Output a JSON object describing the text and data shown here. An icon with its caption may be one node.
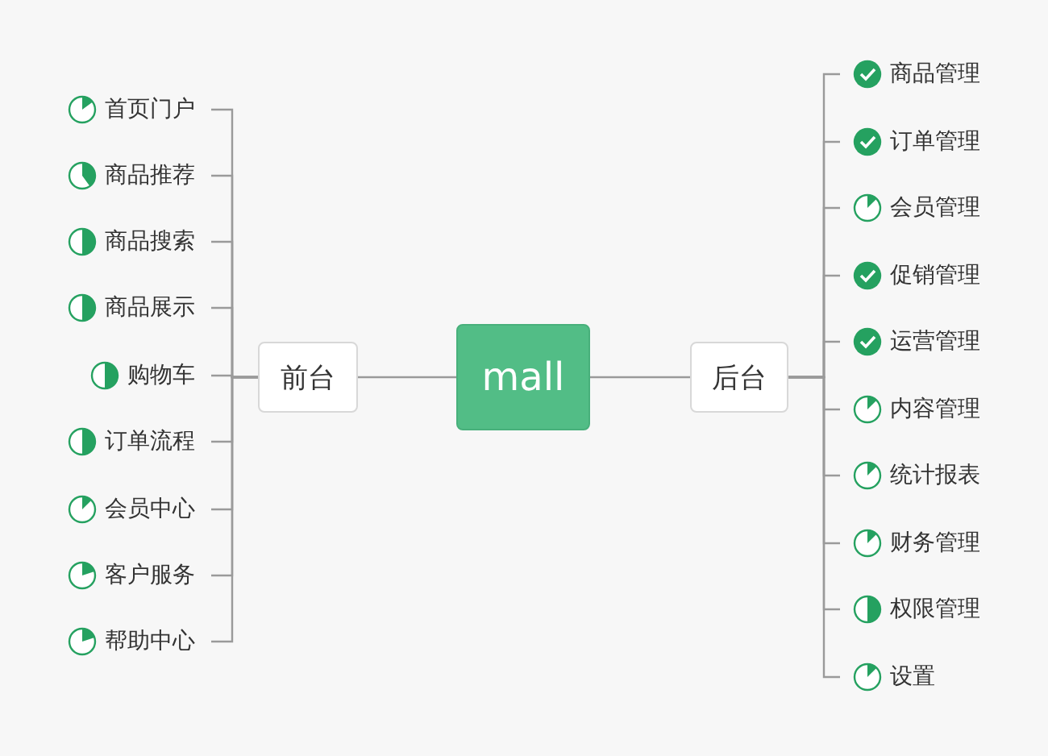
{
  "diagram": {
    "nodes": [
      {
        "text": [
          "mall"
        ]
      },
      {
        "text": [
          "前台"
        ]
      },
      {
        "text": [
          "后台"
        ]
      },
      {
        "text": [
          "首页门户"
        ]
      },
      {
        "text": [
          "商品推荐"
        ]
      },
      {
        "text": [
          "商品搜索"
        ]
      },
      {
        "text": [
          "商品展示"
        ]
      },
      {
        "text": [
          "购物车"
        ]
      },
      {
        "text": [
          "订单流程"
        ]
      },
      {
        "text": [
          "会员中心"
        ]
      },
      {
        "text": [
          "客户服务"
        ]
      },
      {
        "text": [
          "帮助中心"
        ]
      },
      {
        "text": [
          "商品管理"
        ]
      },
      {
        "text": [
          "订单管理"
        ]
      },
      {
        "text": [
          "会员管理"
        ]
      },
      {
        "text": [
          "促销管理"
        ]
      },
      {
        "text": [
          "运营管理"
        ]
      },
      {
        "text": [
          "内容管理"
        ]
      },
      {
        "text": [
          "统计报表"
        ]
      },
      {
        "text": [
          "财务管理"
        ]
      },
      {
        "text": [
          "权限管理"
        ]
      },
      {
        "text": [
          "设置"
        ]
      }
    ],
    "edges": [
      {
        "from": 0,
        "to": 1,
        "arrow": "none"
      },
      {
        "from": 0,
        "to": 2,
        "arrow": "none"
      },
      {
        "from": 1,
        "to": 3,
        "arrow": "none"
      },
      {
        "from": 1,
        "to": 4,
        "arrow": "none"
      },
      {
        "from": 1,
        "to": 5,
        "arrow": "none"
      },
      {
        "from": 1,
        "to": 6,
        "arrow": "none"
      },
      {
        "from": 1,
        "to": 7,
        "arrow": "none"
      },
      {
        "from": 1,
        "to": 8,
        "arrow": "none"
      },
      {
        "from": 1,
        "to": 9,
        "arrow": "none"
      },
      {
        "from": 1,
        "to": 10,
        "arrow": "none"
      },
      {
        "from": 1,
        "to": 11,
        "arrow": "none"
      },
      {
        "from": 2,
        "to": 12,
        "arrow": "none"
      },
      {
        "from": 2,
        "to": 13,
        "arrow": "none"
      },
      {
        "from": 2,
        "to": 14,
        "arrow": "none"
      },
      {
        "from": 2,
        "to": 15,
        "arrow": "none"
      },
      {
        "from": 2,
        "to": 16,
        "arrow": "none"
      },
      {
        "from": 2,
        "to": 17,
        "arrow": "none"
      },
      {
        "from": 2,
        "to": 18,
        "arrow": "none"
      },
      {
        "from": 2,
        "to": 19,
        "arrow": "none"
      },
      {
        "from": 2,
        "to": 20,
        "arrow": "none"
      },
      {
        "from": 2,
        "to": 21,
        "arrow": "none"
      }
    ]
  }
}
